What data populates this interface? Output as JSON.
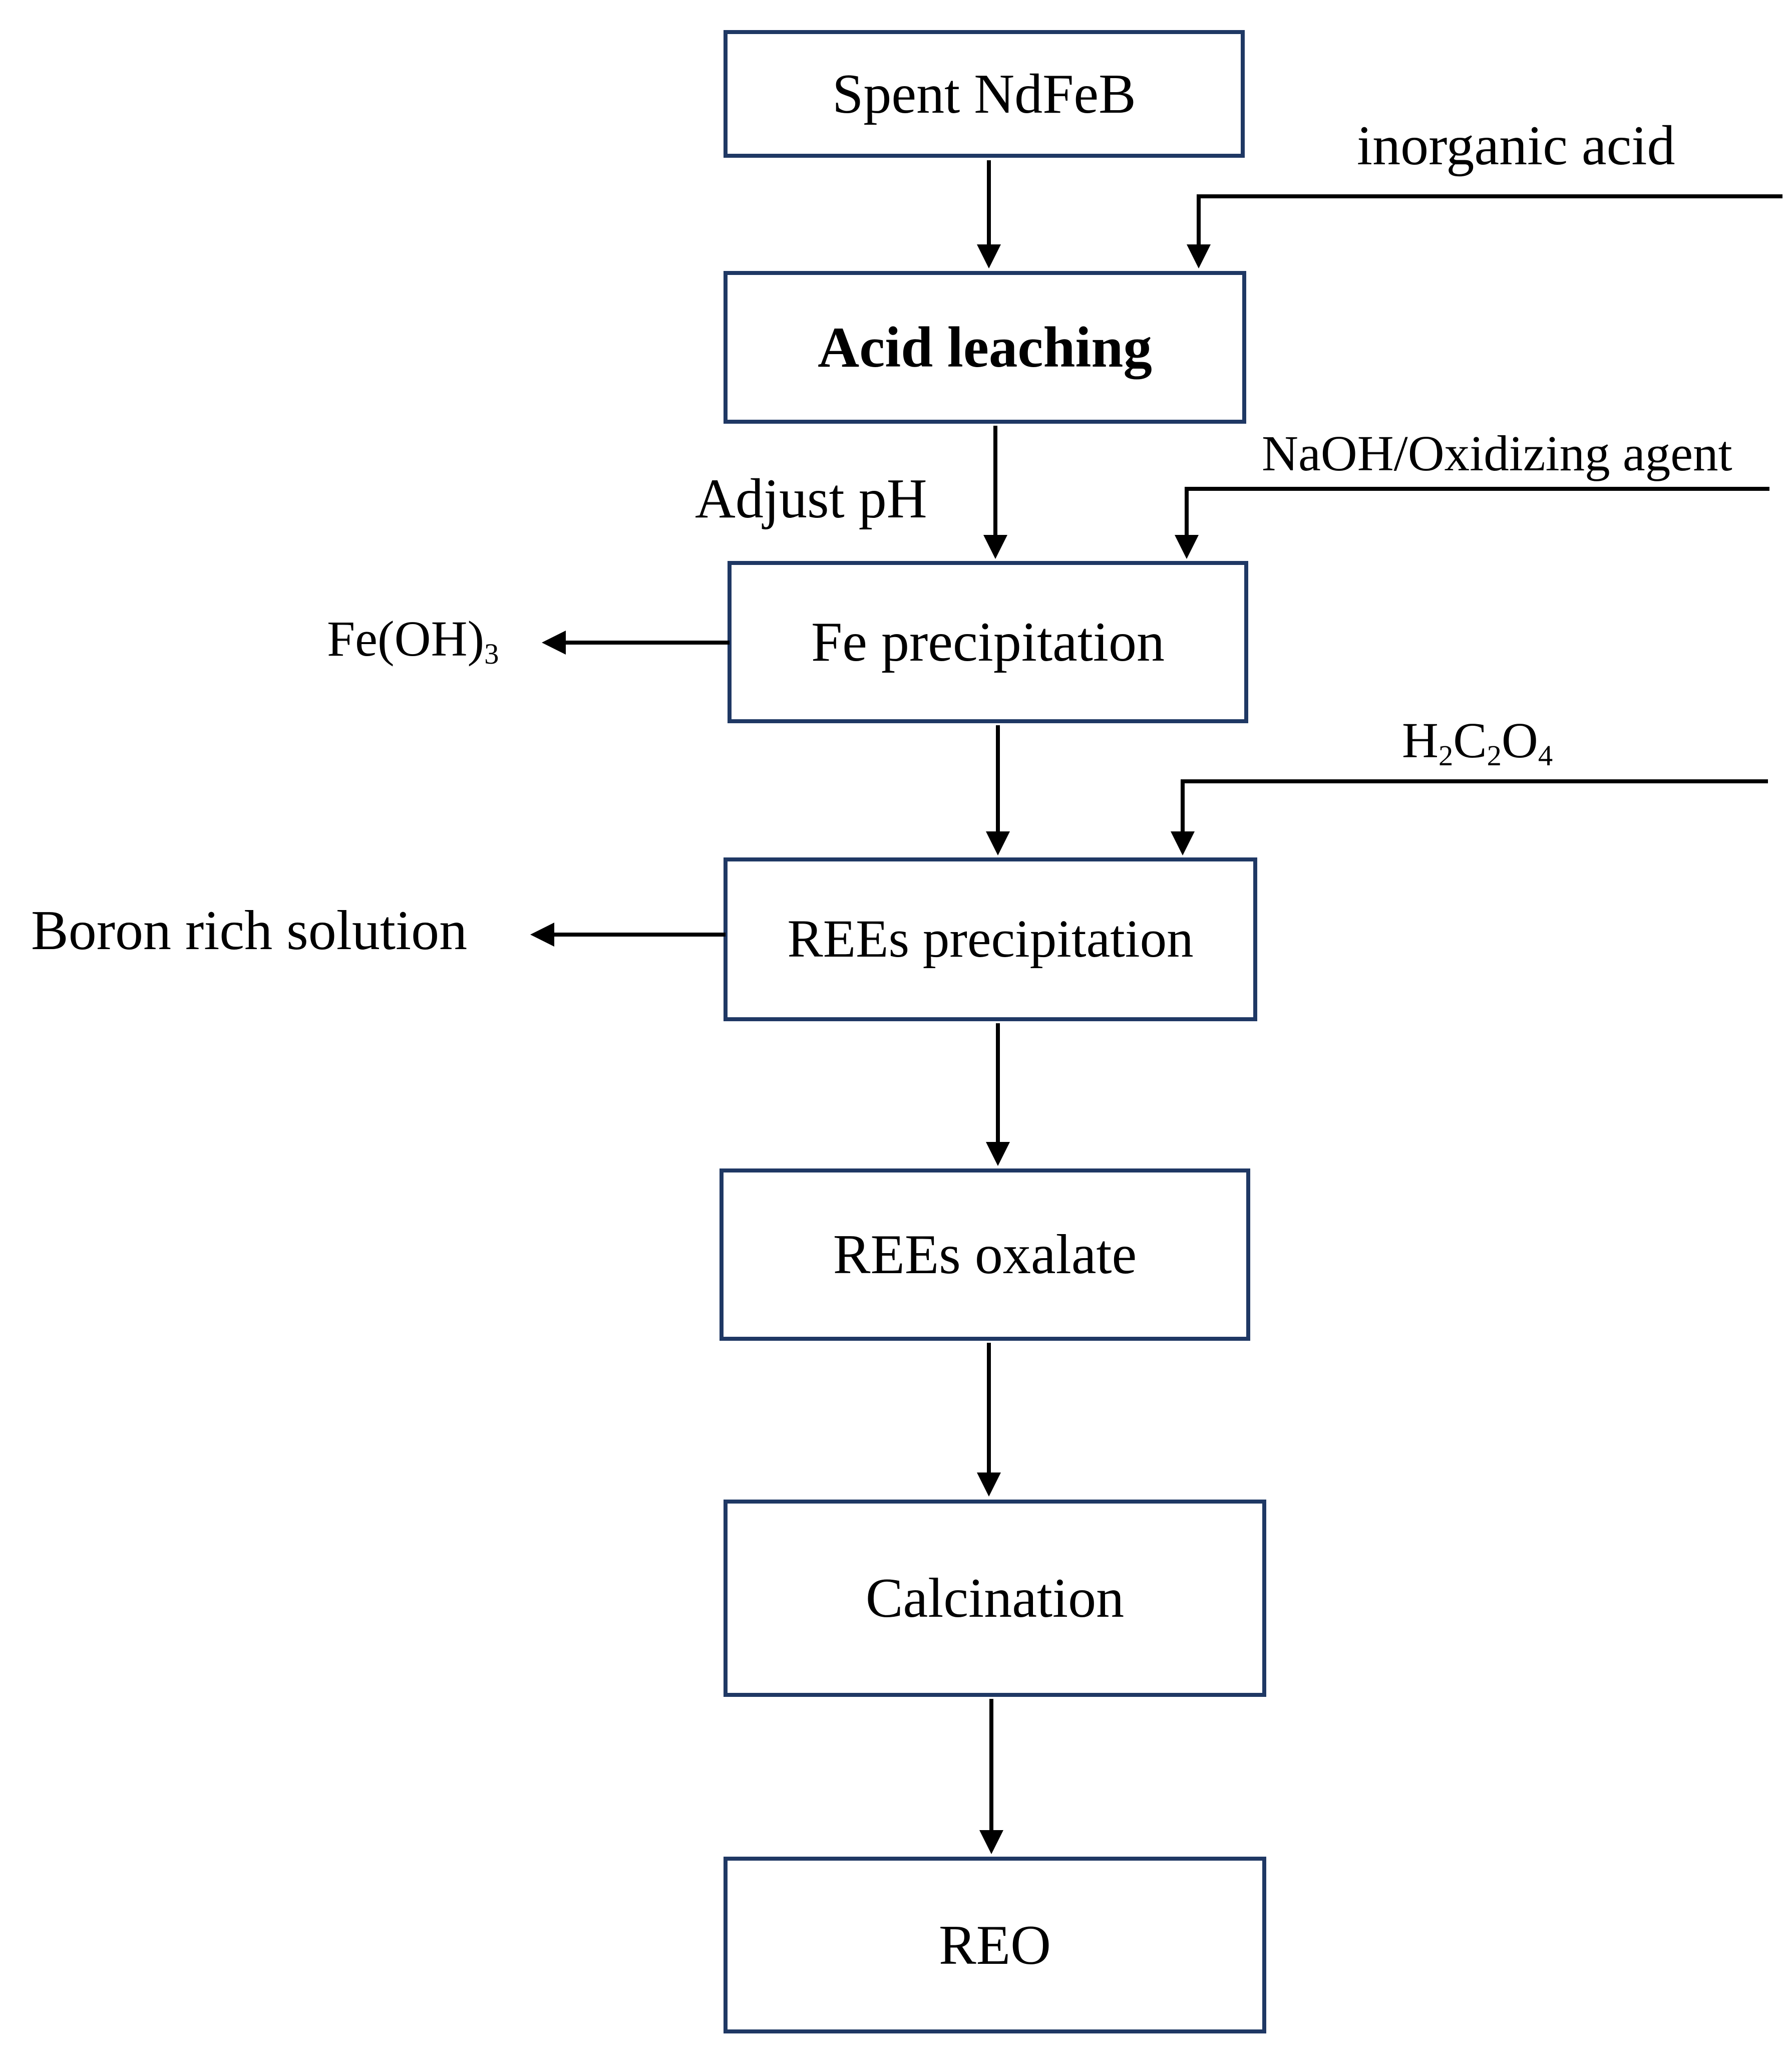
{
  "colors": {
    "box_border": "#1f3864",
    "arrow": "#000000",
    "text": "#000000",
    "background": "#ffffff"
  },
  "nodes": {
    "spent_ndfeb": "Spent NdFeB",
    "acid_leaching": "Acid leaching",
    "fe_precipitation": "Fe precipitation",
    "rees_precipitation": "REEs precipitation",
    "rees_oxalate": "REEs oxalate",
    "calcination": "Calcination",
    "reo": "REO"
  },
  "inputs": {
    "inorganic_acid": "inorganic acid",
    "naoh_oxidizing": "NaOH/Oxidizing agent",
    "oxalic_acid": {
      "h": "H",
      "c": "C",
      "o": "O",
      "sub_h": "2",
      "sub_c": "2",
      "sub_o": "4"
    }
  },
  "outputs": {
    "fe_oh3": {
      "text": "Fe(OH)",
      "sub": "3"
    },
    "boron_rich": "Boron rich solution"
  },
  "annotations": {
    "adjust_ph": "Adjust pH"
  }
}
